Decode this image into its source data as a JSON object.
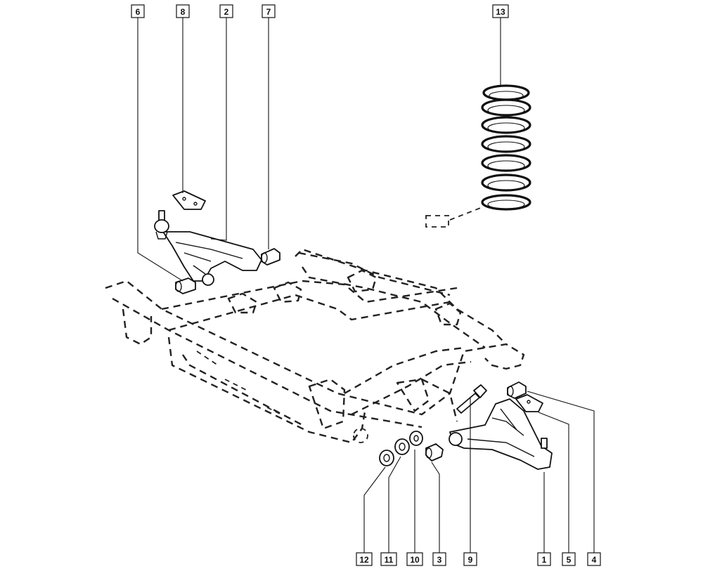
{
  "diagram": {
    "callouts": [
      {
        "id": "6",
        "label": "6"
      },
      {
        "id": "8",
        "label": "8"
      },
      {
        "id": "2",
        "label": "2"
      },
      {
        "id": "7",
        "label": "7"
      },
      {
        "id": "13",
        "label": "13"
      },
      {
        "id": "12",
        "label": "12"
      },
      {
        "id": "11",
        "label": "11"
      },
      {
        "id": "10",
        "label": "10"
      },
      {
        "id": "3",
        "label": "3"
      },
      {
        "id": "9",
        "label": "9"
      },
      {
        "id": "1",
        "label": "1"
      },
      {
        "id": "5",
        "label": "5"
      },
      {
        "id": "4",
        "label": "4"
      }
    ]
  }
}
